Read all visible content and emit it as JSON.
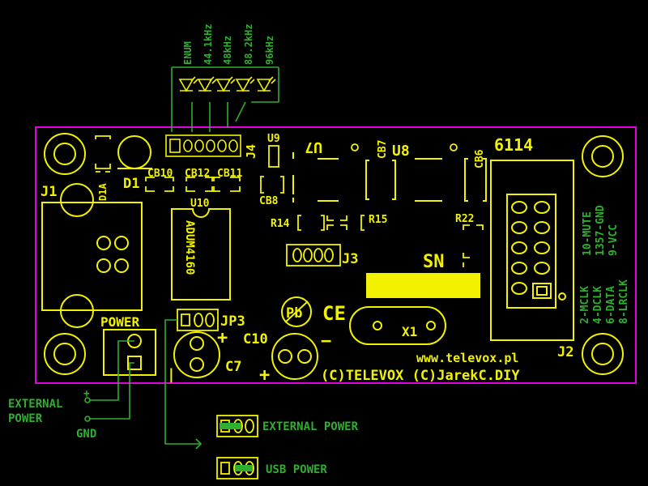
{
  "colors": {
    "background": "#000000",
    "board_outline": "#e000e0",
    "silkscreen": "#f2f200",
    "wiring": "#2fae2f"
  },
  "leds": {
    "labels": [
      "ENUM",
      "44.1kHz",
      "48kHz",
      "88.2kHz",
      "96kHz"
    ]
  },
  "components": {
    "j1": "J1",
    "d1a": "D1A",
    "d1": "D1",
    "cb10": "CB10",
    "cb12": "CB12",
    "cb11": "CB11",
    "u10": "U10",
    "adum": "ADUM4160",
    "j4": "J4",
    "u9": "U9",
    "cb8": "CB8",
    "u7": "U7",
    "cb7": "CB7",
    "u8": "U8",
    "cb6": "CB6",
    "r14": "R14",
    "r15": "R15",
    "r22": "R22",
    "j3": "J3",
    "ic6114": "6114",
    "sn": "SN",
    "power": "POWER",
    "jp3": "JP3",
    "c10": "C10",
    "c7": "C7",
    "x1": "X1",
    "j2": "J2",
    "pb": "Pb",
    "ce": "CE"
  },
  "polarity": {
    "plus_c10": "+",
    "minus_c10": "−",
    "plus_c7": "+",
    "bar_c7": "|"
  },
  "pinout": {
    "right_column": [
      "10-MUTE",
      "1357-GND",
      "9-VCC"
    ],
    "left_column": [
      "2-MCLK",
      "4-DCLK",
      "6-DATA",
      "8-LRCLK"
    ]
  },
  "website": "www.televox.pl",
  "copyright": "(C)TELEVOX (C)JarekC.DIY",
  "external_power": {
    "line1": "EXTERNAL",
    "line2": "POWER",
    "plus": "+",
    "gnd": "GND"
  },
  "jumper_legend": {
    "external": "EXTERNAL POWER",
    "usb": "USB POWER"
  }
}
